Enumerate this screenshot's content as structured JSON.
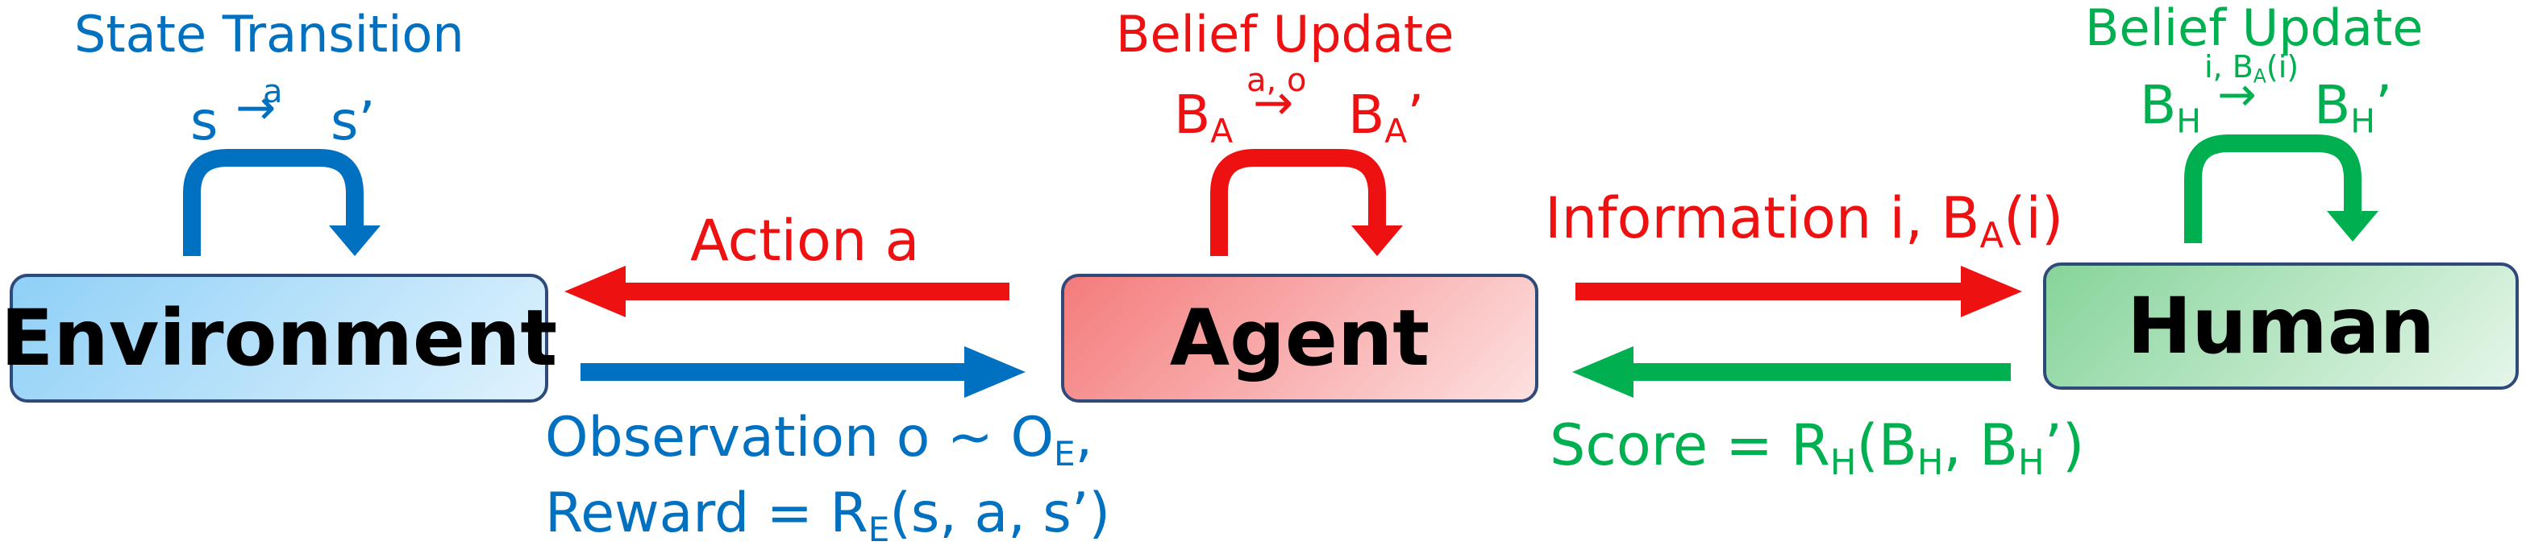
{
  "nodes": {
    "environment": "Environment",
    "agent": "Agent",
    "human": "Human"
  },
  "environment_loop": {
    "title": "State Transition",
    "from": "s",
    "over": "a",
    "arrow": "→",
    "to": "s’"
  },
  "agent_loop": {
    "title": "Belief Update",
    "from_base": "B",
    "from_sub": "A",
    "over": "a, o",
    "arrow": "→",
    "to_base": "B",
    "to_sub": "A",
    "to_prime": "’"
  },
  "human_loop": {
    "title": "Belief Update",
    "from_base": "B",
    "from_sub": "H",
    "over_base": "i, B",
    "over_sub": "A",
    "over_tail": "(i)",
    "arrow": "→",
    "to_base": "B",
    "to_sub": "H",
    "to_prime": "’"
  },
  "edges": {
    "action": "Action a",
    "observation": {
      "prefix": "Observation o ~ O",
      "sub": "E",
      "suffix": ","
    },
    "reward": {
      "prefix": "Reward = R",
      "sub": "E",
      "suffix": "(s, a, s’)"
    },
    "information": {
      "prefix": "Information i, B",
      "sub": "A",
      "suffix": "(i)"
    },
    "score": {
      "prefix": "Score = R",
      "sub1": "H",
      "mid1": "(B",
      "sub2": "H",
      "mid2": ", B",
      "sub3": "H",
      "suffix": "’)"
    }
  },
  "colors": {
    "environment": "#0070c0",
    "agent": "#ee1111",
    "human": "#00b050",
    "box_border": "#2f4a7a"
  }
}
